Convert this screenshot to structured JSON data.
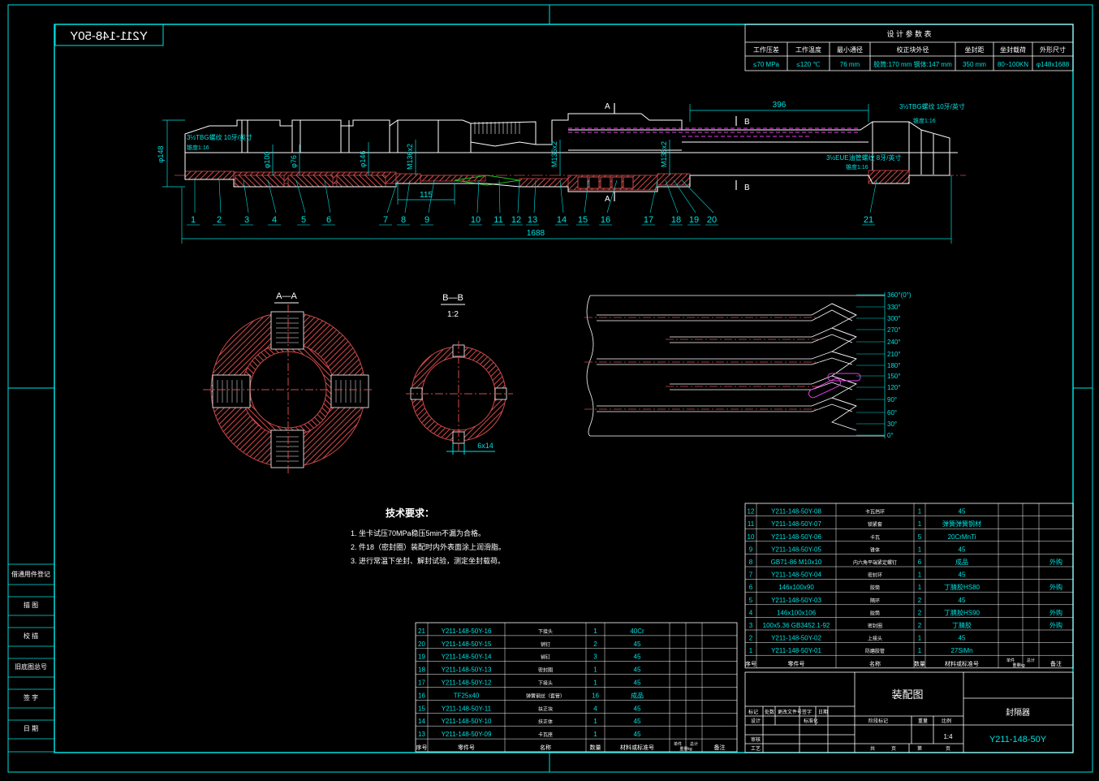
{
  "colors": {
    "background": "#000000",
    "frame": "#00e0e0",
    "line": "#e8e8e8",
    "hatch": "#d24a4a",
    "center": "#d24a4a",
    "magenta": "#e040e0",
    "green": "#20c020",
    "text": "#ffffff"
  },
  "drawing_number_mirrored": "Y211-148-50Y",
  "design_params": {
    "title": "设 计 参 数 表",
    "headers": [
      "工作压差",
      "工作温度",
      "最小通径",
      "校正块外径",
      "坐封距",
      "坐封载荷",
      "外形尺寸"
    ],
    "values": [
      "≤70 MPa",
      "≤120 ℃",
      "76 mm",
      "胶筒:170 mm  钢体:147 mm",
      "350 mm",
      "80~100KN",
      "φ148x1688"
    ]
  },
  "main_view": {
    "dims": {
      "od": "φ148",
      "id100": "φ100",
      "id76": "φ76",
      "id146": "φ146",
      "thread1": "M136x2",
      "thread2": "M136x2",
      "thread3": "M136x2",
      "len396": "396",
      "len115": "115",
      "total": "1688"
    },
    "thread_left_1": "3½TBG螺纹 10牙/英寸",
    "thread_left_2": "锥度1:16",
    "thread_right_1": "3½TBG螺纹 10牙/英寸",
    "thread_right_2": "锥度1:16",
    "thread_mid_1": "3½EUE油管螺纹 8牙/英寸",
    "thread_mid_2": "锥度1:16",
    "section_A": "A",
    "section_B": "B",
    "balloons": [
      "1",
      "2",
      "3",
      "4",
      "5",
      "6",
      "7",
      "8",
      "9",
      "10",
      "11",
      "12",
      "13",
      "14",
      "15",
      "16",
      "17",
      "18",
      "19",
      "20",
      "21"
    ]
  },
  "section_views": {
    "aa_label": "A—A",
    "bb_label": "B—B",
    "bb_scale": "1:2",
    "slot_dim": "6x14"
  },
  "track_view": {
    "angles": [
      "360°(0°)",
      "330°",
      "300°",
      "270°",
      "240°",
      "210°",
      "180°",
      "150°",
      "120°",
      "90°",
      "60°",
      "30°",
      "0°"
    ]
  },
  "tech_requirements": {
    "title": "技术要求：",
    "items": [
      "1. 坐卡试压70MPa稳压5min不漏为合格。",
      "2. 件18（密封圈）装配时内外表面涂上润滑脂。",
      "3. 进行常温下坐封、解封试验，测定坐封载荷。"
    ]
  },
  "bom_right": {
    "rows": [
      [
        "12",
        "Y211-148-50Y-08",
        "卡瓦挡环",
        "1",
        "45",
        ""
      ],
      [
        "11",
        "Y211-148-50Y-07",
        "锁紧套",
        "1",
        "弹簧弹簧钢材",
        ""
      ],
      [
        "10",
        "Y211-148-50Y-06",
        "卡瓦",
        "5",
        "20CrMnTi",
        ""
      ],
      [
        "9",
        "Y211-148-50Y-05",
        "锥体",
        "1",
        "45",
        ""
      ],
      [
        "8",
        "GB71-86 M10x10",
        "内六角平端紧定螺钉",
        "6",
        "成品",
        "外购"
      ],
      [
        "7",
        "Y211-148-50Y-04",
        "密封环",
        "1",
        "45",
        ""
      ],
      [
        "6",
        "146x100x90",
        "胶筒",
        "1",
        "丁腈胶HS80",
        "外购"
      ],
      [
        "5",
        "Y211-148-50Y-03",
        "隔环",
        "2",
        "45",
        ""
      ],
      [
        "4",
        "146x100x106",
        "胶筒",
        "2",
        "丁腈胶HS90",
        "外购"
      ],
      [
        "3",
        "100x5.36 GB3452.1-92",
        "密封圈",
        "2",
        "丁腈胶",
        "外购"
      ],
      [
        "2",
        "Y211-148-50Y-02",
        "上接头",
        "1",
        "45",
        ""
      ],
      [
        "1",
        "Y211-148-50Y-01",
        "防磨胶管",
        "1",
        "27SiMn",
        ""
      ]
    ],
    "header": [
      "序号",
      "零件号",
      "名称",
      "数量",
      "材料或标准号",
      "单件",
      "总计",
      "重量kg",
      "备注"
    ]
  },
  "bom_left": {
    "rows": [
      [
        "21",
        "Y211-148-50Y-16",
        "下接头",
        "1",
        "40Cr"
      ],
      [
        "20",
        "Y211-148-50Y-15",
        "销钉",
        "2",
        "45"
      ],
      [
        "19",
        "Y211-148-50Y-14",
        "销钉",
        "3",
        "45"
      ],
      [
        "18",
        "Y211-148-50Y-13",
        "密封圈",
        "1",
        "45"
      ],
      [
        "17",
        "Y211-148-50Y-12",
        "下接头",
        "1",
        "45"
      ],
      [
        "16",
        "TF25x40",
        "弹簧钢丝（套管）",
        "16",
        "成品"
      ],
      [
        "15",
        "Y211-148-50Y-11",
        "扶正块",
        "4",
        "45"
      ],
      [
        "14",
        "Y211-148-50Y-10",
        "扶正体",
        "1",
        "45"
      ],
      [
        "13",
        "Y211-148-50Y-09",
        "卡瓦座",
        "1",
        "45"
      ]
    ],
    "header": [
      "序号",
      "零件号",
      "名称",
      "数量",
      "材料或标准号",
      "单件",
      "总计",
      "重量kg",
      "备注"
    ]
  },
  "title_block": {
    "drawing_type": "装配图",
    "product_name": "封隔器",
    "drawing_no": "Y211-148-50Y",
    "scale": "1:4",
    "labels": [
      "标记",
      "处数",
      "更改文件号",
      "签字",
      "日期",
      "设计",
      "标准化",
      "审核",
      "工艺",
      "阶段标记",
      "重量",
      "比例",
      "共",
      "页",
      "第",
      "页"
    ]
  },
  "side_panel": [
    "借通用件登记",
    "描 图",
    "校 描",
    "旧底图总号",
    "签 字",
    "日 期"
  ]
}
